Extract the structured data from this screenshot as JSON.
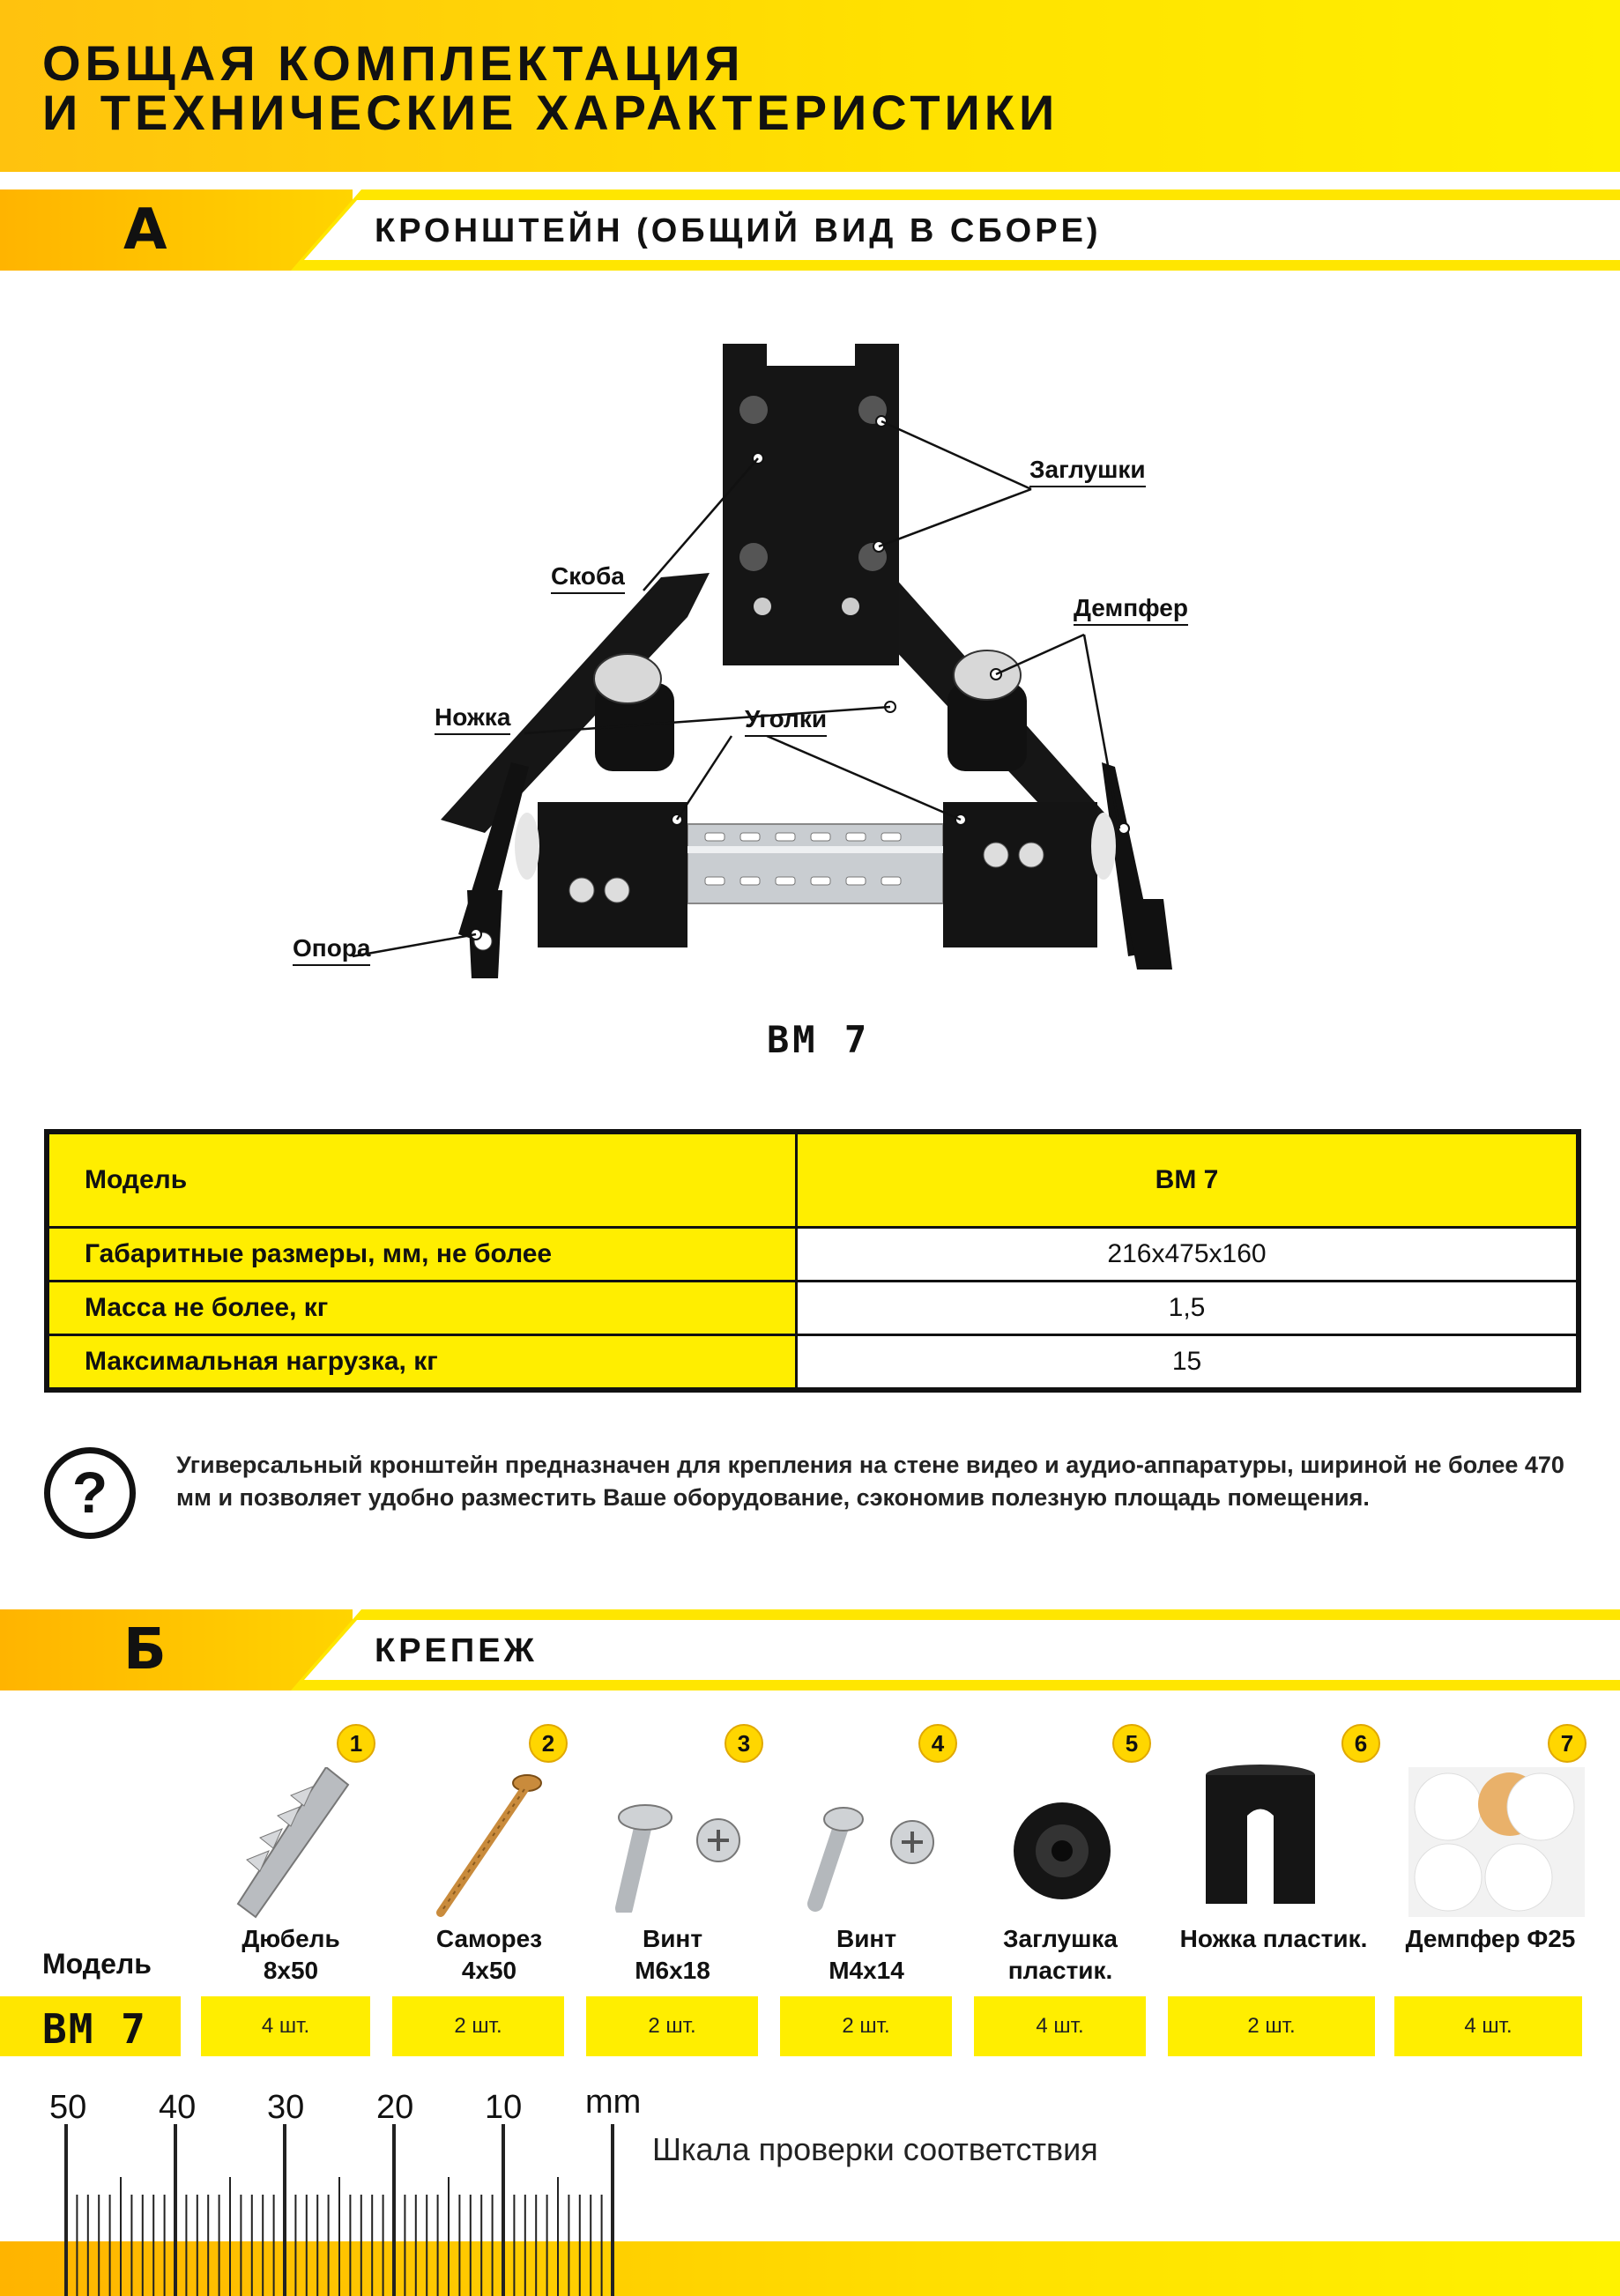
{
  "header": {
    "title_line1": "Общая комплектация",
    "title_line2": "и технические характеристики"
  },
  "section_a": {
    "letter": "А",
    "title": "Кронштейн (общий вид в сборе)"
  },
  "diagram": {
    "callouts": {
      "zaglushki": "Заглушки",
      "skoba": "Скоба",
      "dempfer": "Демпфер",
      "nozhka": "Ножка",
      "ugolki": "Уголки",
      "opora": "Опора"
    },
    "model_caption": "BM 7"
  },
  "spec_table": {
    "rows": [
      {
        "label": "Модель",
        "value": "BM 7"
      },
      {
        "label": "Габаритные размеры, мм, не более",
        "value": "216x475x160"
      },
      {
        "label": "Масса не более, кг",
        "value": "1,5"
      },
      {
        "label": "Максимальная нагрузка, кг",
        "value": "15"
      }
    ]
  },
  "description": {
    "icon": "question-icon",
    "text": "Угиверсальный кронштейн предназначен для крепления  на стене видео и аудио-аппаратуры, шириной не более 470 мм и позволяет удобно разместить Ваше оборудование, сэкономив полезную площадь помещения."
  },
  "section_b": {
    "letter": "Б",
    "title": "Крепеж"
  },
  "fasteners": {
    "model_label": "Модель",
    "model_value": "BM 7",
    "items": [
      {
        "num": "1",
        "name_line1": "Дюбель",
        "name_line2": "8x50",
        "qty": "4 шт.",
        "icon": "dowel-icon"
      },
      {
        "num": "2",
        "name_line1": "Саморез",
        "name_line2": "4x50",
        "qty": "2 шт.",
        "icon": "wood-screw-icon"
      },
      {
        "num": "3",
        "name_line1": "Винт",
        "name_line2": "M6x18",
        "qty": "2 шт.",
        "icon": "screw-m6-icon"
      },
      {
        "num": "4",
        "name_line1": "Винт",
        "name_line2": "M4x14",
        "qty": "2 шт.",
        "icon": "screw-m4-icon"
      },
      {
        "num": "5",
        "name_line1": "Заглушка",
        "name_line2": "пластик.",
        "qty": "4 шт.",
        "icon": "plug-cap-icon"
      },
      {
        "num": "6",
        "name_line1": "",
        "name_line2": "Ножка пластик.",
        "qty": "2 шт.",
        "icon": "plastic-leg-icon"
      },
      {
        "num": "7",
        "name_line1": "",
        "name_line2": "Демпфер Ф25",
        "qty": "4 шт.",
        "icon": "damper-pads-icon"
      }
    ]
  },
  "ruler": {
    "labels": [
      "50",
      "40",
      "30",
      "20",
      "10"
    ],
    "unit": "mm",
    "caption": "Шкала проверки соответствия"
  }
}
